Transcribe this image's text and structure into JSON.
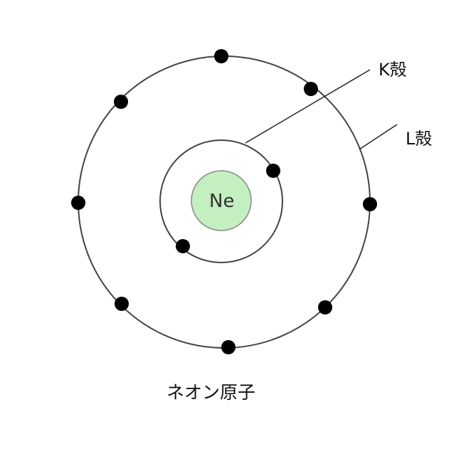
{
  "nucleus": {
    "symbol": "Ne",
    "fill": "#c4efc0"
  },
  "labels": {
    "k_shell": "K殻",
    "l_shell": "L殻"
  },
  "caption": "ネオン原子",
  "shells": [
    {
      "name": "K",
      "electrons": 2
    },
    {
      "name": "L",
      "electrons": 8
    }
  ]
}
